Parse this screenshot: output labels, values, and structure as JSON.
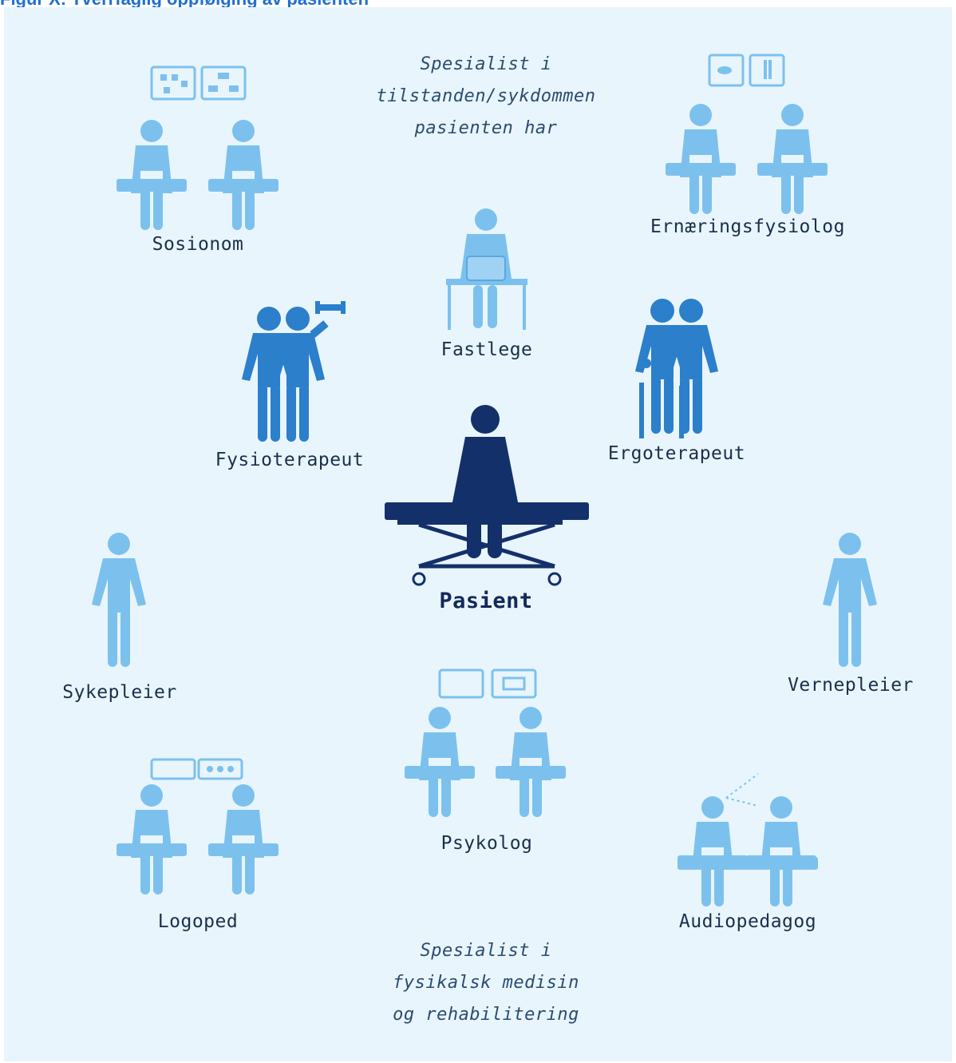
{
  "header": {
    "clipped_text": "Figur X: Tverrfaglig oppfølging av pasienten"
  },
  "roles": {
    "specialist_top": "Spesialist i\ntilstanden/sykdommen\npasienten har",
    "sosionom": "Sosionom",
    "ernaering": "Ernæringsfysiolog",
    "fastlege": "Fastlege",
    "fysioterapeut": "Fysioterapeut",
    "ergoterapeut": "Ergoterapeut",
    "pasient": "Pasient",
    "sykepleier": "Sykepleier",
    "vernepleier": "Vernepleier",
    "psykolog": "Psykolog",
    "logoped": "Logoped",
    "audiopedagog": "Audiopedagog",
    "specialist_bottom": "Spesialist i\nfysikalsk medisin\nog rehabilitering"
  },
  "colors": {
    "light": "#7cc1ee",
    "mid": "#2b7fcb",
    "dark": "#13306a",
    "background": "#e8f5fc"
  }
}
